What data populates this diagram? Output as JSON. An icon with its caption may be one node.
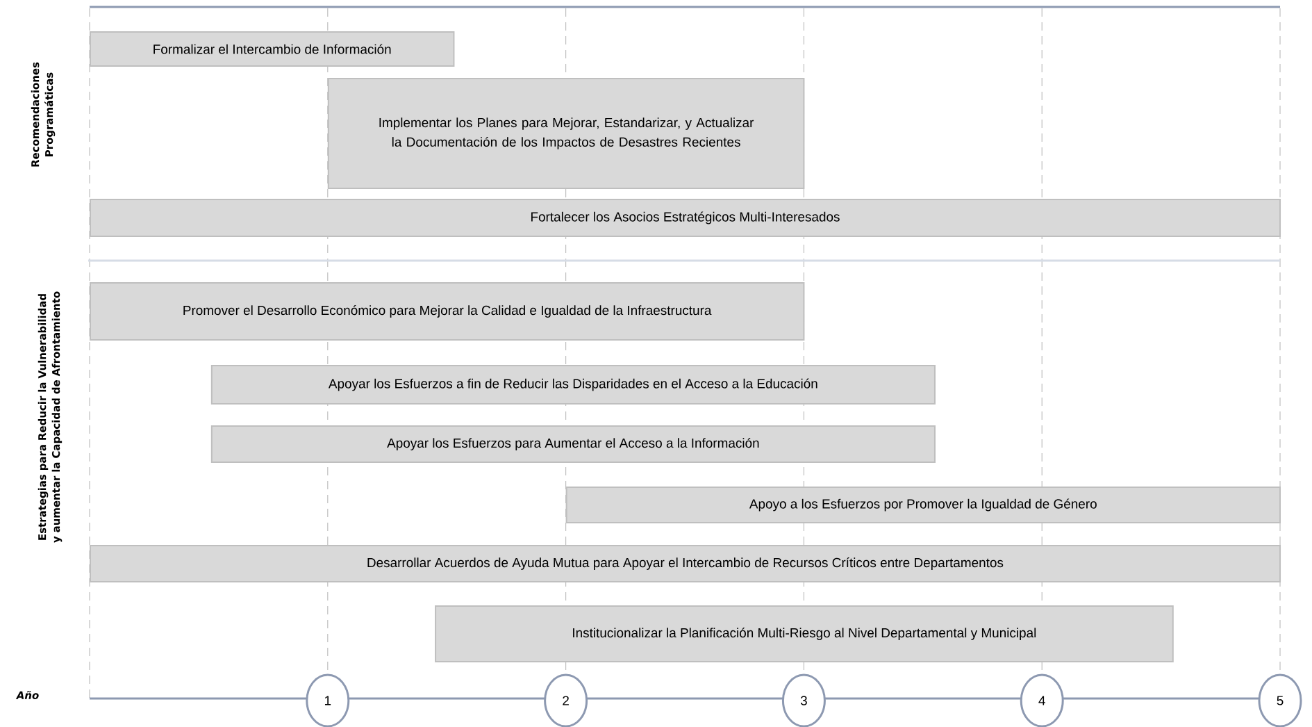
{
  "diagram": {
    "nodes": [
      {
        "text": [
          "Formalizar el Intercambio de Información"
        ]
      },
      {
        "text": [
          "Implementar los Planes para Mejorar, Estandarizar, y Actualizar la Documentación de los Impactos de Desastres Recientes"
        ]
      },
      {
        "text": [
          "Fortalecer los Asocios Estratégicos Multi-Interesados"
        ]
      },
      {
        "text": [
          "Promover el Desarrollo Económico para Mejorar la Calidad e Igualdad de la Infraestructura"
        ]
      },
      {
        "text": [
          "Apoyar los Esfuerzos a fin de Reducir las Disparidades en el Acceso a la Educación"
        ]
      },
      {
        "text": [
          "Apoyar los Esfuerzos para Aumentar el Acceso a la Información"
        ]
      },
      {
        "text": [
          "Apoyo a los Esfuerzos por Promover la Igualdad de Género"
        ]
      },
      {
        "text": [
          "Desarrollar Acuerdos de Ayuda Mutua para Apoyar el Intercambio de Recursos Críticos entre Departamentos"
        ]
      },
      {
        "text": [
          "Institucionalizar la Planificación Multi-Riesgo al Nivel Departamental y Municipal"
        ]
      },
      {
        "text": [
          "1"
        ]
      },
      {
        "text": [
          "2"
        ]
      },
      {
        "text": [
          "3"
        ]
      },
      {
        "text": [
          "4"
        ]
      },
      {
        "text": [
          "5"
        ]
      }
    ],
    "labels": [
      "Recomendaciones Programáticas",
      "Estrategias para Reducir la Vulnerabilidad y aumentar la Capacidad de Afrontamiento",
      "Año"
    ]
  }
}
